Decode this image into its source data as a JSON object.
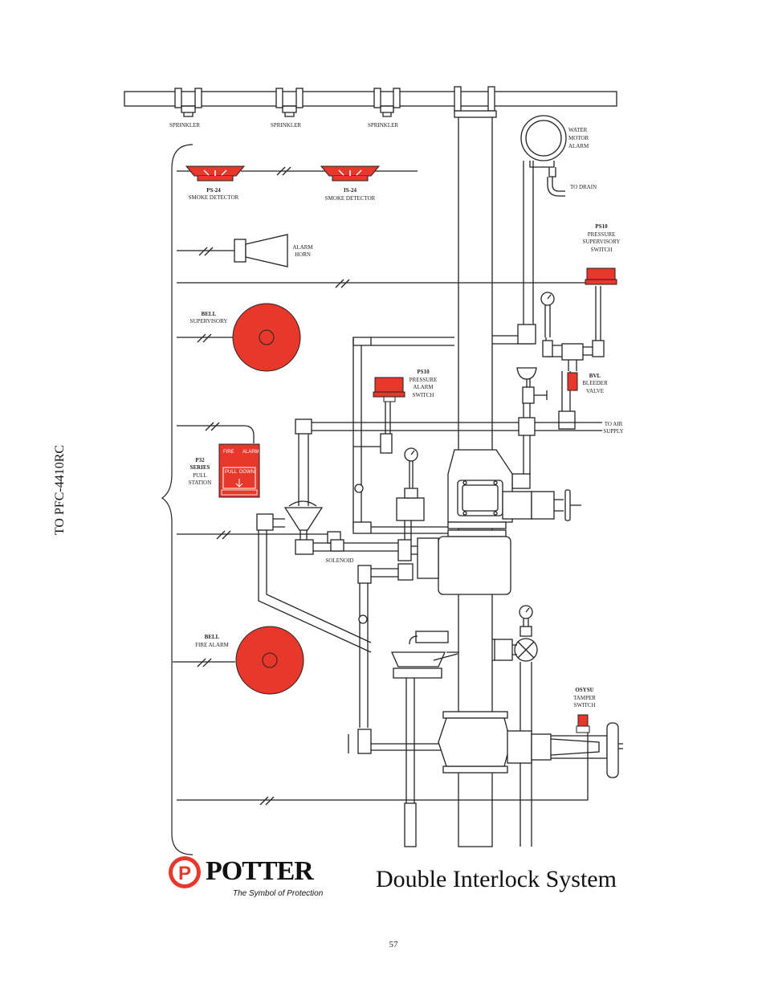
{
  "title": "Double Interlock System",
  "side_title": "TO PFC-4410RC",
  "page_number": "57",
  "logo": {
    "word": "POTTER",
    "tagline": "The Symbol of Protection",
    "mark_letter": "P"
  },
  "colors": {
    "device_red": "#e8372b",
    "line": "#222222"
  },
  "labels": {
    "sprinkler_1": "SPRINKLER",
    "sprinkler_2": "SPRINKLER",
    "sprinkler_3": "SPRINKLER",
    "ps24_model": "PS-24",
    "ps24_desc": "SMOKE DETECTOR",
    "is24_model": "IS-24",
    "is24_desc": "SMOKE DETECTOR",
    "horn_1": "ALARM",
    "horn_2": "HORN",
    "bell_sup_model": "BELL",
    "bell_sup_desc": "SUPERVISORY",
    "bell_fire_model": "BELL",
    "bell_fire_desc": "FIRE ALARM",
    "p32_1": "P32",
    "p32_2": "SERIES",
    "p32_3": "PULL",
    "p32_4": "STATION",
    "pull_fire": "FIRE",
    "pull_alarm": "ALARM",
    "pull_pull": "PULL",
    "pull_down": "DOWN",
    "wma_1": "WATER",
    "wma_2": "MOTOR",
    "wma_3": "ALARM",
    "to_drain": "TO DRAIN",
    "ps10s_model": "PS10",
    "ps10s_1": "PRESSURE",
    "ps10s_2": "SUPERVISORY",
    "ps10s_3": "SWITCH",
    "ps10a_model": "PS10",
    "ps10a_1": "PRESSURE",
    "ps10a_2": "ALARM",
    "ps10a_3": "SWITCH",
    "bvl_model": "BVL",
    "bvl_1": "BLEEDER",
    "bvl_2": "VALVE",
    "air_1": "TO AIR",
    "air_2": "SUPPLY",
    "solenoid": "SOLENOID",
    "osysu_model": "OSYSU",
    "osysu_1": "TAMPER",
    "osysu_2": "SWITCH"
  }
}
